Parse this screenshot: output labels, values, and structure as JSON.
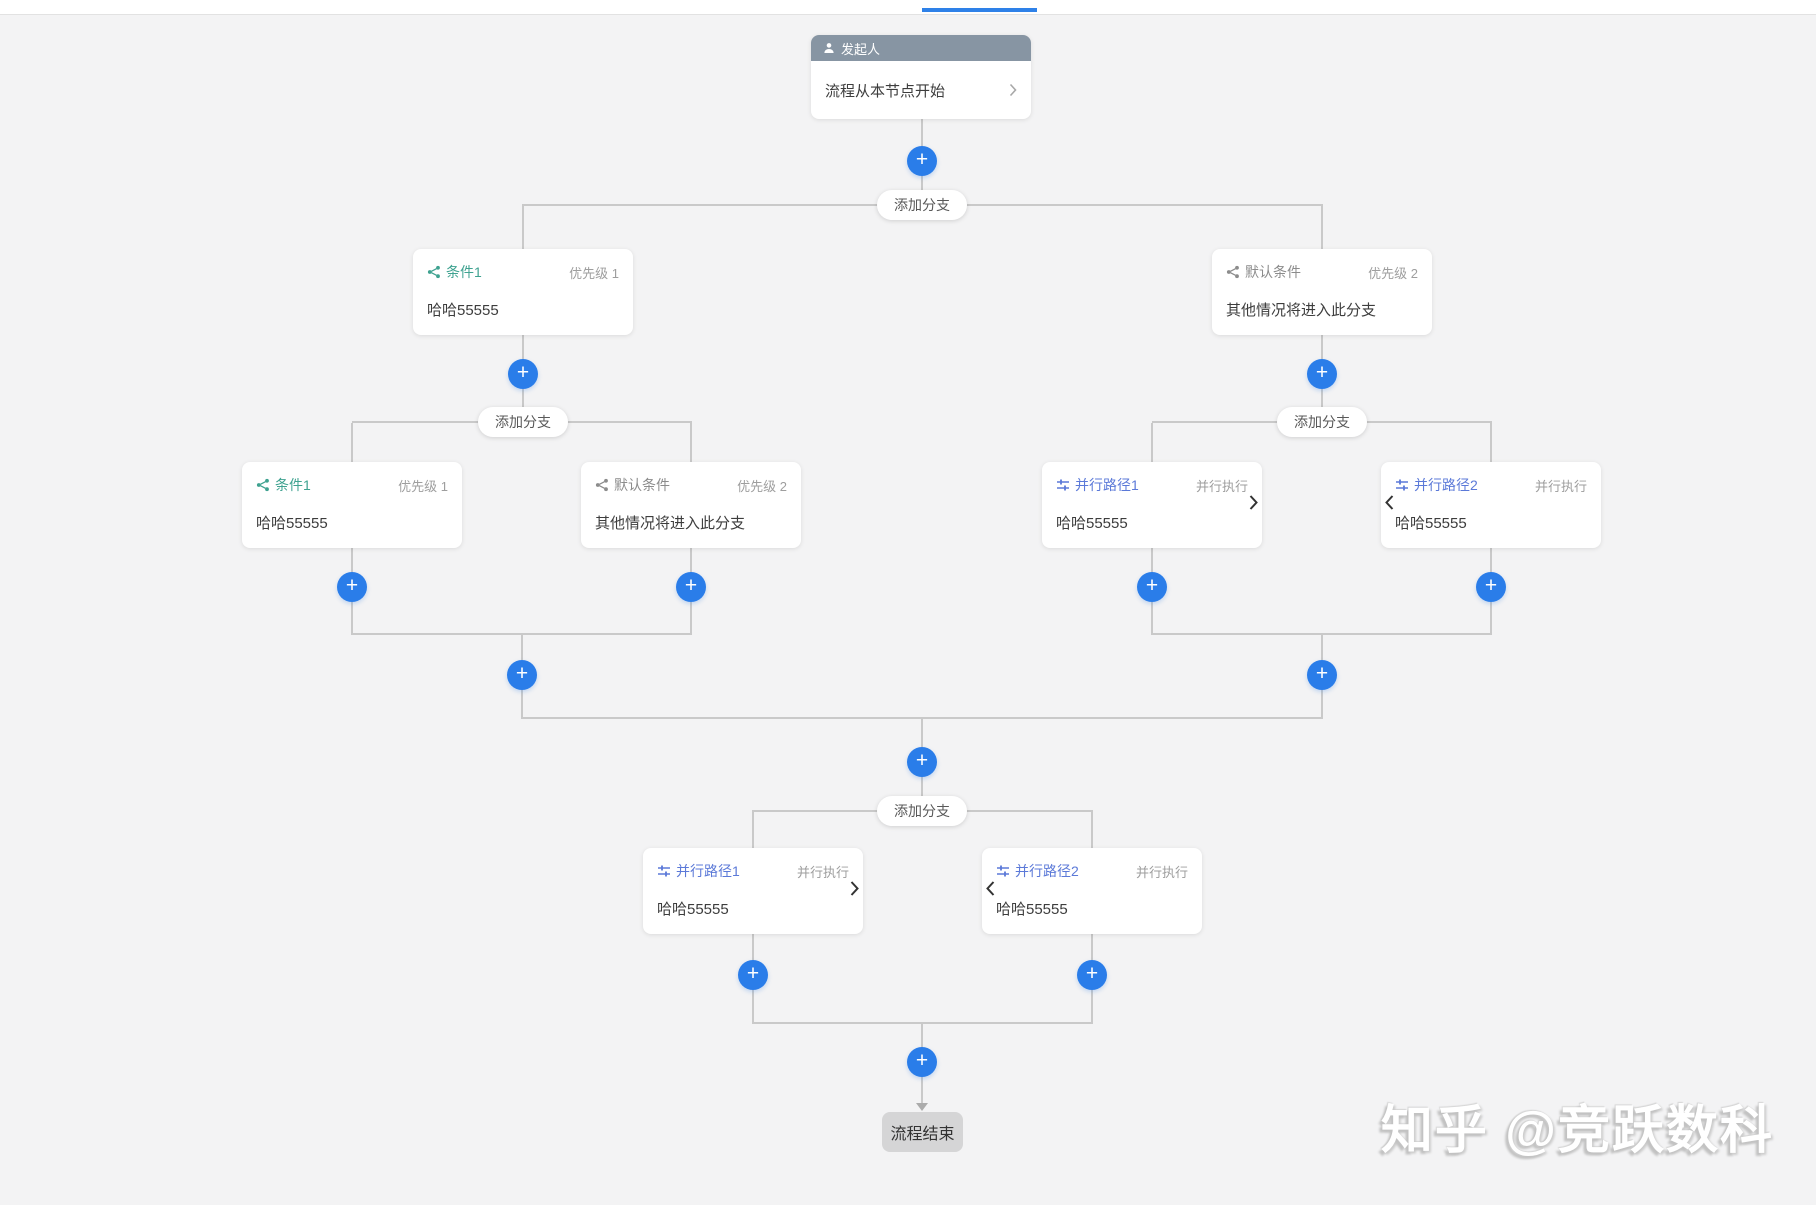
{
  "start": {
    "title": "发起人",
    "body": "流程从本节点开始"
  },
  "pill_label": "添加分支",
  "plus_label": "+",
  "cards": [
    {
      "title": "条件1",
      "badge": "优先级 1",
      "body": "哈哈55555"
    },
    {
      "title": "默认条件",
      "badge": "优先级 2",
      "body": "其他情况将进入此分支"
    },
    {
      "title": "条件1",
      "badge": "优先级 1",
      "body": "哈哈55555"
    },
    {
      "title": "默认条件",
      "badge": "优先级 2",
      "body": "其他情况将进入此分支"
    },
    {
      "title": "并行路径1",
      "badge": "并行执行",
      "body": "哈哈55555"
    },
    {
      "title": "并行路径2",
      "badge": "并行执行",
      "body": "哈哈55555"
    },
    {
      "title": "并行路径1",
      "badge": "并行执行",
      "body": "哈哈55555"
    },
    {
      "title": "并行路径2",
      "badge": "并行执行",
      "body": "哈哈55555"
    }
  ],
  "end": {
    "label": "流程结束"
  },
  "watermark": "知乎 @竞跃数科",
  "colors": {
    "plus_button": "#2a7de9",
    "tab_indicator": "#2e81e8",
    "start_header": "#8795a3",
    "condition_title": "#3fa290",
    "default_condition_title": "#8c8c8c",
    "parallel_title": "#5b79d8",
    "connector": "#c9c9c9",
    "canvas_background": "#f3f3f4",
    "end_badge_background": "#d5d5d6"
  }
}
